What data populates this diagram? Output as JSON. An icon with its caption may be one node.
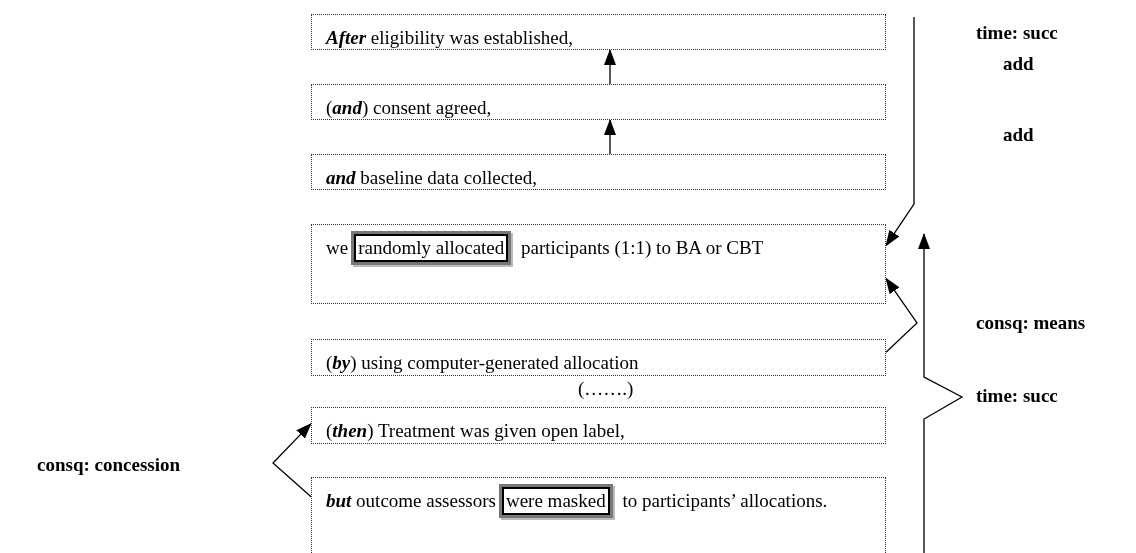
{
  "diagram": {
    "nodes": [
      {
        "text": [
          "**After** eligibility was established,"
        ]
      },
      {
        "text": [
          "(**and**) consent agreed,"
        ]
      },
      {
        "text": [
          "**and** baseline data collected,"
        ]
      },
      {
        "text": [
          "we",
          "participants (1:1) to BA or CBT"
        ]
      },
      {
        "text": [
          "randomly allocated"
        ],
        "in": 3
      },
      {
        "text": [
          "(**by**) using computer-generated allocation"
        ]
      },
      {
        "text": [
          "(**then**) Treatment was given open label,"
        ]
      },
      {
        "text": [
          "**but** outcome assessors",
          "to participants’ allocations."
        ]
      },
      {
        "text": [
          "were masked"
        ],
        "in": 7
      }
    ],
    "edges": [
      {
        "from": 1,
        "to": 0,
        "arrow": "to"
      },
      {
        "from": 2,
        "to": 1,
        "arrow": "to"
      },
      {
        "from": null,
        "to": 3,
        "arrow": "to"
      },
      {
        "from": 5,
        "to": 3,
        "arrow": "to"
      },
      {
        "from": 7,
        "to": 6,
        "arrow": "to"
      }
    ],
    "labels": [
      "time: succ",
      "add",
      "add",
      "consq: means",
      "(…….)",
      "time: succ",
      "consq: concession"
    ]
  }
}
